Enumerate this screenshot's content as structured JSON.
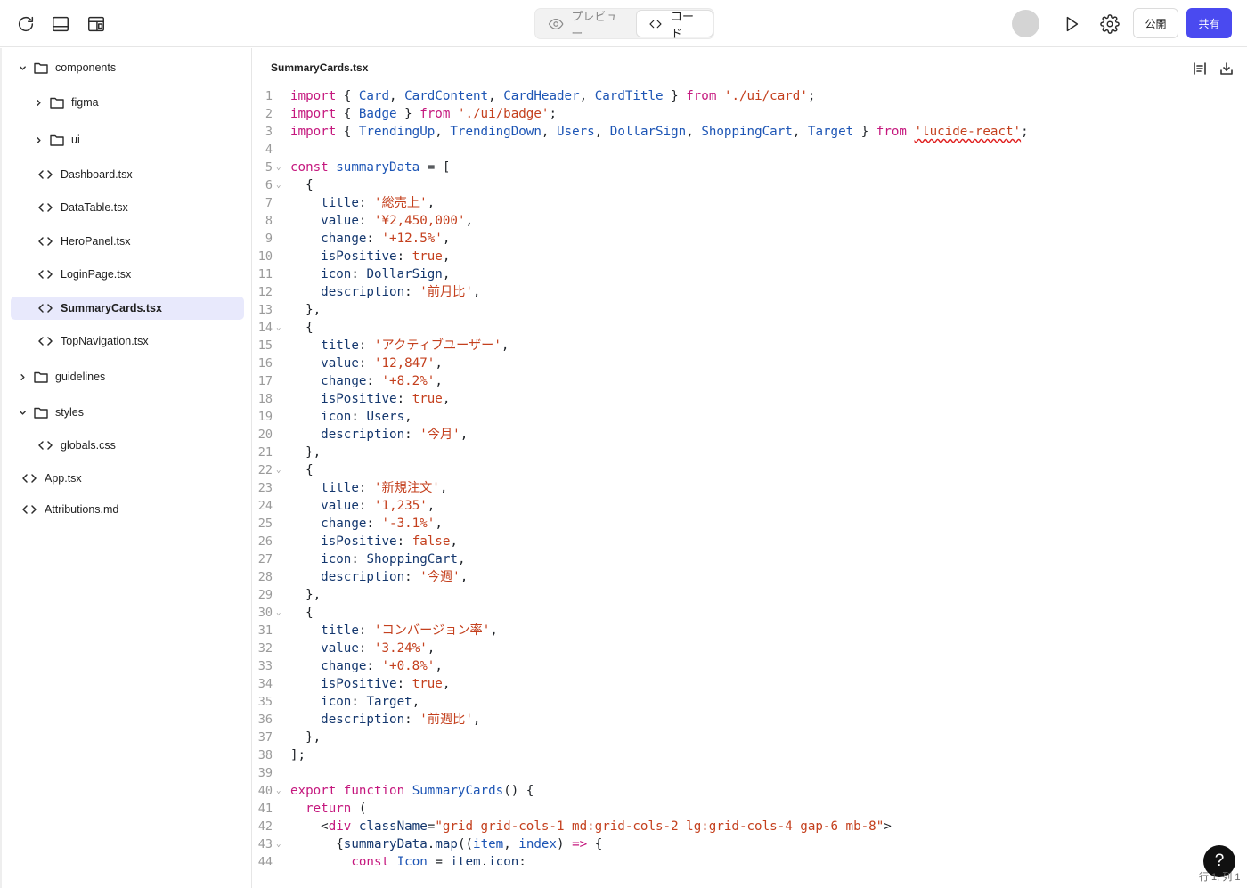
{
  "topbar": {
    "icons": [
      "refresh-icon",
      "panel-bottom-icon",
      "layout-icon"
    ],
    "view_toggle": {
      "preview_label": "プレビュー",
      "code_label": "コード",
      "active": "code"
    },
    "publish_label": "公開",
    "share_label": "共有",
    "accent_color": "#4a4af0"
  },
  "sidebar": {
    "items": [
      {
        "type": "folder",
        "label": "components",
        "expanded": true
      },
      {
        "type": "folder",
        "label": "figma",
        "expanded": false
      },
      {
        "type": "folder",
        "label": "ui",
        "expanded": false
      },
      {
        "type": "file",
        "label": "Dashboard.tsx"
      },
      {
        "type": "file",
        "label": "DataTable.tsx"
      },
      {
        "type": "file",
        "label": "HeroPanel.tsx"
      },
      {
        "type": "file",
        "label": "LoginPage.tsx"
      },
      {
        "type": "file",
        "label": "SummaryCards.tsx",
        "selected": true
      },
      {
        "type": "file",
        "label": "TopNavigation.tsx"
      },
      {
        "type": "folder",
        "label": "guidelines",
        "expanded": false
      },
      {
        "type": "folder",
        "label": "styles",
        "expanded": true
      },
      {
        "type": "file",
        "label": "globals.css"
      },
      {
        "type": "file",
        "label": "App.tsx"
      },
      {
        "type": "file",
        "label": "Attributions.md"
      }
    ]
  },
  "editor": {
    "file_name": "SummaryCards.tsx",
    "status_position": "行 1, 列 1",
    "lines": [
      {
        "n": "1",
        "t": [
          [
            "k",
            "import"
          ],
          [
            "p",
            " { "
          ],
          [
            "i",
            "Card"
          ],
          [
            "p",
            ", "
          ],
          [
            "i",
            "CardContent"
          ],
          [
            "p",
            ", "
          ],
          [
            "i",
            "CardHeader"
          ],
          [
            "p",
            ", "
          ],
          [
            "i",
            "CardTitle"
          ],
          [
            "p",
            " } "
          ],
          [
            "k",
            "from"
          ],
          [
            "p",
            " "
          ],
          [
            "s",
            "'./ui/card'"
          ],
          [
            "p",
            ";"
          ]
        ]
      },
      {
        "n": "2",
        "t": [
          [
            "k",
            "import"
          ],
          [
            "p",
            " { "
          ],
          [
            "i",
            "Badge"
          ],
          [
            "p",
            " } "
          ],
          [
            "k",
            "from"
          ],
          [
            "p",
            " "
          ],
          [
            "s",
            "'./ui/badge'"
          ],
          [
            "p",
            ";"
          ]
        ]
      },
      {
        "n": "3",
        "t": [
          [
            "k",
            "import"
          ],
          [
            "p",
            " { "
          ],
          [
            "i",
            "TrendingUp"
          ],
          [
            "p",
            ", "
          ],
          [
            "i",
            "TrendingDown"
          ],
          [
            "p",
            ", "
          ],
          [
            "i",
            "Users"
          ],
          [
            "p",
            ", "
          ],
          [
            "i",
            "DollarSign"
          ],
          [
            "p",
            ", "
          ],
          [
            "i",
            "ShoppingCart"
          ],
          [
            "p",
            ", "
          ],
          [
            "i",
            "Target"
          ],
          [
            "p",
            " } "
          ],
          [
            "k",
            "from"
          ],
          [
            "p",
            " "
          ],
          [
            "sq",
            "'lucide-react'"
          ],
          [
            "p",
            ";"
          ]
        ]
      },
      {
        "n": "4",
        "t": []
      },
      {
        "n": "5",
        "fold": true,
        "t": [
          [
            "k",
            "const"
          ],
          [
            "p",
            " "
          ],
          [
            "i",
            "summaryData"
          ],
          [
            "p",
            " = ["
          ]
        ]
      },
      {
        "n": "6",
        "fold": true,
        "t": [
          [
            "p",
            "  {"
          ]
        ]
      },
      {
        "n": "7",
        "t": [
          [
            "p",
            "    "
          ],
          [
            "pr",
            "title"
          ],
          [
            "p",
            ": "
          ],
          [
            "s",
            "'総売上'"
          ],
          [
            "p",
            ","
          ]
        ]
      },
      {
        "n": "8",
        "t": [
          [
            "p",
            "    "
          ],
          [
            "pr",
            "value"
          ],
          [
            "p",
            ": "
          ],
          [
            "s",
            "'¥2,450,000'"
          ],
          [
            "p",
            ","
          ]
        ]
      },
      {
        "n": "9",
        "t": [
          [
            "p",
            "    "
          ],
          [
            "pr",
            "change"
          ],
          [
            "p",
            ": "
          ],
          [
            "s",
            "'+12.5%'"
          ],
          [
            "p",
            ","
          ]
        ]
      },
      {
        "n": "10",
        "t": [
          [
            "p",
            "    "
          ],
          [
            "pr",
            "isPositive"
          ],
          [
            "p",
            ": "
          ],
          [
            "s",
            "true"
          ],
          [
            "p",
            ","
          ]
        ]
      },
      {
        "n": "11",
        "t": [
          [
            "p",
            "    "
          ],
          [
            "pr",
            "icon"
          ],
          [
            "p",
            ": "
          ],
          [
            "pr",
            "DollarSign"
          ],
          [
            "p",
            ","
          ]
        ]
      },
      {
        "n": "12",
        "t": [
          [
            "p",
            "    "
          ],
          [
            "pr",
            "description"
          ],
          [
            "p",
            ": "
          ],
          [
            "s",
            "'前月比'"
          ],
          [
            "p",
            ","
          ]
        ]
      },
      {
        "n": "13",
        "t": [
          [
            "p",
            "  },"
          ]
        ]
      },
      {
        "n": "14",
        "fold": true,
        "t": [
          [
            "p",
            "  {"
          ]
        ]
      },
      {
        "n": "15",
        "t": [
          [
            "p",
            "    "
          ],
          [
            "pr",
            "title"
          ],
          [
            "p",
            ": "
          ],
          [
            "s",
            "'アクティブユーザー'"
          ],
          [
            "p",
            ","
          ]
        ]
      },
      {
        "n": "16",
        "t": [
          [
            "p",
            "    "
          ],
          [
            "pr",
            "value"
          ],
          [
            "p",
            ": "
          ],
          [
            "s",
            "'12,847'"
          ],
          [
            "p",
            ","
          ]
        ]
      },
      {
        "n": "17",
        "t": [
          [
            "p",
            "    "
          ],
          [
            "pr",
            "change"
          ],
          [
            "p",
            ": "
          ],
          [
            "s",
            "'+8.2%'"
          ],
          [
            "p",
            ","
          ]
        ]
      },
      {
        "n": "18",
        "t": [
          [
            "p",
            "    "
          ],
          [
            "pr",
            "isPositive"
          ],
          [
            "p",
            ": "
          ],
          [
            "s",
            "true"
          ],
          [
            "p",
            ","
          ]
        ]
      },
      {
        "n": "19",
        "t": [
          [
            "p",
            "    "
          ],
          [
            "pr",
            "icon"
          ],
          [
            "p",
            ": "
          ],
          [
            "pr",
            "Users"
          ],
          [
            "p",
            ","
          ]
        ]
      },
      {
        "n": "20",
        "t": [
          [
            "p",
            "    "
          ],
          [
            "pr",
            "description"
          ],
          [
            "p",
            ": "
          ],
          [
            "s",
            "'今月'"
          ],
          [
            "p",
            ","
          ]
        ]
      },
      {
        "n": "21",
        "t": [
          [
            "p",
            "  },"
          ]
        ]
      },
      {
        "n": "22",
        "fold": true,
        "t": [
          [
            "p",
            "  {"
          ]
        ]
      },
      {
        "n": "23",
        "t": [
          [
            "p",
            "    "
          ],
          [
            "pr",
            "title"
          ],
          [
            "p",
            ": "
          ],
          [
            "s",
            "'新規注文'"
          ],
          [
            "p",
            ","
          ]
        ]
      },
      {
        "n": "24",
        "t": [
          [
            "p",
            "    "
          ],
          [
            "pr",
            "value"
          ],
          [
            "p",
            ": "
          ],
          [
            "s",
            "'1,235'"
          ],
          [
            "p",
            ","
          ]
        ]
      },
      {
        "n": "25",
        "t": [
          [
            "p",
            "    "
          ],
          [
            "pr",
            "change"
          ],
          [
            "p",
            ": "
          ],
          [
            "s",
            "'-3.1%'"
          ],
          [
            "p",
            ","
          ]
        ]
      },
      {
        "n": "26",
        "t": [
          [
            "p",
            "    "
          ],
          [
            "pr",
            "isPositive"
          ],
          [
            "p",
            ": "
          ],
          [
            "s",
            "false"
          ],
          [
            "p",
            ","
          ]
        ]
      },
      {
        "n": "27",
        "t": [
          [
            "p",
            "    "
          ],
          [
            "pr",
            "icon"
          ],
          [
            "p",
            ": "
          ],
          [
            "pr",
            "ShoppingCart"
          ],
          [
            "p",
            ","
          ]
        ]
      },
      {
        "n": "28",
        "t": [
          [
            "p",
            "    "
          ],
          [
            "pr",
            "description"
          ],
          [
            "p",
            ": "
          ],
          [
            "s",
            "'今週'"
          ],
          [
            "p",
            ","
          ]
        ]
      },
      {
        "n": "29",
        "t": [
          [
            "p",
            "  },"
          ]
        ]
      },
      {
        "n": "30",
        "fold": true,
        "t": [
          [
            "p",
            "  {"
          ]
        ]
      },
      {
        "n": "31",
        "t": [
          [
            "p",
            "    "
          ],
          [
            "pr",
            "title"
          ],
          [
            "p",
            ": "
          ],
          [
            "s",
            "'コンバージョン率'"
          ],
          [
            "p",
            ","
          ]
        ]
      },
      {
        "n": "32",
        "t": [
          [
            "p",
            "    "
          ],
          [
            "pr",
            "value"
          ],
          [
            "p",
            ": "
          ],
          [
            "s",
            "'3.24%'"
          ],
          [
            "p",
            ","
          ]
        ]
      },
      {
        "n": "33",
        "t": [
          [
            "p",
            "    "
          ],
          [
            "pr",
            "change"
          ],
          [
            "p",
            ": "
          ],
          [
            "s",
            "'+0.8%'"
          ],
          [
            "p",
            ","
          ]
        ]
      },
      {
        "n": "34",
        "t": [
          [
            "p",
            "    "
          ],
          [
            "pr",
            "isPositive"
          ],
          [
            "p",
            ": "
          ],
          [
            "s",
            "true"
          ],
          [
            "p",
            ","
          ]
        ]
      },
      {
        "n": "35",
        "t": [
          [
            "p",
            "    "
          ],
          [
            "pr",
            "icon"
          ],
          [
            "p",
            ": "
          ],
          [
            "pr",
            "Target"
          ],
          [
            "p",
            ","
          ]
        ]
      },
      {
        "n": "36",
        "t": [
          [
            "p",
            "    "
          ],
          [
            "pr",
            "description"
          ],
          [
            "p",
            ": "
          ],
          [
            "s",
            "'前週比'"
          ],
          [
            "p",
            ","
          ]
        ]
      },
      {
        "n": "37",
        "t": [
          [
            "p",
            "  },"
          ]
        ]
      },
      {
        "n": "38",
        "t": [
          [
            "p",
            "];"
          ]
        ]
      },
      {
        "n": "39",
        "t": []
      },
      {
        "n": "40",
        "fold": true,
        "t": [
          [
            "k",
            "export"
          ],
          [
            "p",
            " "
          ],
          [
            "k",
            "function"
          ],
          [
            "p",
            " "
          ],
          [
            "i",
            "SummaryCards"
          ],
          [
            "p",
            "() {"
          ]
        ]
      },
      {
        "n": "41",
        "t": [
          [
            "p",
            "  "
          ],
          [
            "k",
            "return"
          ],
          [
            "p",
            " ("
          ]
        ]
      },
      {
        "n": "42",
        "t": [
          [
            "p",
            "    <"
          ],
          [
            "k",
            "div"
          ],
          [
            "p",
            " "
          ],
          [
            "pr",
            "className"
          ],
          [
            "p",
            "="
          ],
          [
            "s",
            "\"grid grid-cols-1 md:grid-cols-2 lg:grid-cols-4 gap-6 mb-8\""
          ],
          [
            "p",
            ">"
          ]
        ]
      },
      {
        "n": "43",
        "fold": true,
        "t": [
          [
            "p",
            "      {"
          ],
          [
            "pr",
            "summaryData"
          ],
          [
            "p",
            "."
          ],
          [
            "pr",
            "map"
          ],
          [
            "p",
            "(("
          ],
          [
            "i",
            "item"
          ],
          [
            "p",
            ", "
          ],
          [
            "i",
            "index"
          ],
          [
            "p",
            ") "
          ],
          [
            "k",
            "=>"
          ],
          [
            "p",
            " {"
          ]
        ]
      },
      {
        "n": "44",
        "t": [
          [
            "p",
            "        "
          ],
          [
            "k",
            "const"
          ],
          [
            "p",
            " "
          ],
          [
            "i",
            "Icon"
          ],
          [
            "p",
            " = "
          ],
          [
            "pr",
            "item"
          ],
          [
            "p",
            "."
          ],
          [
            "pr",
            "icon"
          ],
          [
            "p",
            ";"
          ]
        ]
      }
    ]
  }
}
